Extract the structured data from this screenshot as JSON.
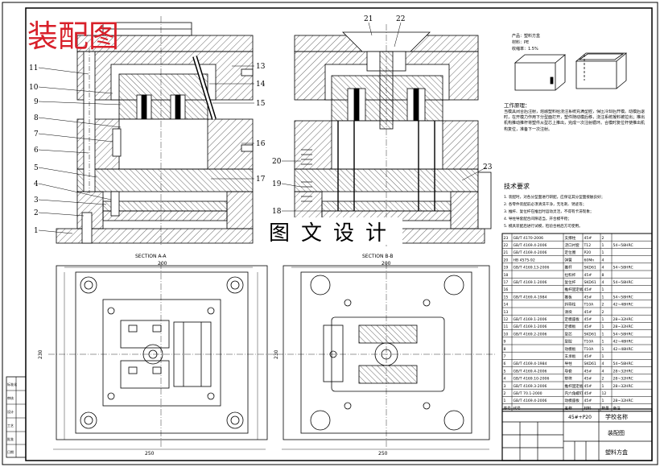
{
  "title_overlay": "装配图",
  "watermark": "图文设计",
  "colors": {
    "title_red": "#d8202a",
    "line": "#000000",
    "hatch": "#000000"
  },
  "leader_numbers_left": [
    "1",
    "2",
    "3",
    "4",
    "5",
    "6",
    "7",
    "8",
    "9",
    "10",
    "11"
  ],
  "leader_numbers_right": [
    "13",
    "14",
    "15",
    "16",
    "17"
  ],
  "leader_numbers_mid": [
    "20",
    "19",
    "18"
  ],
  "top_numbers_mid": [
    "21",
    "22"
  ],
  "right_number": "23",
  "section_labels": {
    "a": "SECTION A-A",
    "b": "SECTION B-B"
  },
  "dims": {
    "a_width_top": "200",
    "a_width_bottom": "250",
    "a_height": "230",
    "b_width_top": "200",
    "b_width_bottom": "250",
    "b_height": "230"
  },
  "part_info": [
    "产品：塑料方盒",
    "材料：PE",
    "收缩率：1.5%"
  ],
  "work_title": "工作原理：",
  "work_text": "当模具闭合后注射，熔融塑料经浇注系统充满型腔，保压冷却后开模。动模后退时，在开模力作用下分型面打开，塑件随动模后移，浇注系统凝料被拉出；推出机构推动推杆将塑件从型芯上推出，完成一次注射循环。合模时复位杆使推出机构复位，准备下一次注射。",
  "tech_title": "技术要求",
  "tech_items": [
    "1. 装配时，对各分型面进行研配，应保证其分型面接触良好；",
    "2. 各零件装配前必须清洗干净，无毛刺、锈迹等；",
    "3. 推杆、复位杆在推出时运动灵活，不得有卡滞现象；",
    "4. 导柱导套配合间隙适当，开合模平稳；",
    "5. 模具装配后进行试模，检验合格后方可使用。"
  ],
  "bom_rows": [
    [
      "23",
      "GB/T 4170-2006",
      "支撑柱",
      "45#",
      "2",
      ""
    ],
    [
      "22",
      "GB/T 4169.4-2006",
      "浇口衬套",
      "T12",
      "1",
      "54~58HRC"
    ],
    [
      "21",
      "GB/T 4169.4-2006",
      "定位圈",
      "P20",
      "1",
      ""
    ],
    [
      "20",
      "HB 4575-92",
      "弹簧",
      "60Mn",
      "4",
      ""
    ],
    [
      "19",
      "GB/T 4169.13-2006",
      "推杆",
      "SKD61",
      "4",
      "54~58HRC"
    ],
    [
      "18",
      "",
      "拉料杆",
      "45#",
      "8",
      ""
    ],
    [
      "17",
      "GB/T 4169.1-2006",
      "复位杆",
      "SKD61",
      "4",
      "54~58HRC"
    ],
    [
      "16",
      "",
      "推杆固定板",
      "45#",
      "1",
      ""
    ],
    [
      "15",
      "GB/T 4169.4-1984",
      "推板",
      "45#",
      "1",
      "54~58HRC"
    ],
    [
      "14",
      "",
      "斜导柱",
      "T10A",
      "2",
      "42~48HRC"
    ],
    [
      "13",
      "",
      "滑块",
      "45#",
      "2",
      ""
    ],
    [
      "12",
      "GB/T 4169.1-2006",
      "定模座板",
      "45#",
      "1",
      "28~32HRC"
    ],
    [
      "11",
      "GB/T 4169.1-2006",
      "定模板",
      "45#",
      "1",
      "28~32HRC"
    ],
    [
      "10",
      "GB/T 4169.2-2006",
      "型芯",
      "SKD61",
      "1",
      "54~58HRC"
    ],
    [
      "9",
      "",
      "型腔",
      "T10A",
      "1",
      "42~48HRC"
    ],
    [
      "8",
      "",
      "动模板",
      "T10A",
      "1",
      "42~48HRC"
    ],
    [
      "7",
      "",
      "支承板",
      "45#",
      "1",
      ""
    ],
    [
      "6",
      "GB/T 4169.4-1984",
      "导柱",
      "SKD61",
      "4",
      "54~58HRC"
    ],
    [
      "5",
      "GB/T 4169.4-2006",
      "导套",
      "45#",
      "4",
      "28~32HRC"
    ],
    [
      "4",
      "GB/T 4169.10-2006",
      "垫块",
      "45#",
      "2",
      "28~32HRC"
    ],
    [
      "3",
      "GB/T 4169.3-2006",
      "推杆固定板",
      "45#",
      "1",
      "28~32HRC"
    ],
    [
      "2",
      "GB/T 70.1-2000",
      "内六角螺钉",
      "45#",
      "12",
      ""
    ],
    [
      "1",
      "GB/T 4169.4-2006",
      "动模座板",
      "45#",
      "1",
      "28~32HRC"
    ]
  ],
  "bom_header": [
    "序号",
    "代号",
    "名称",
    "材料",
    "数量",
    "备注"
  ],
  "title_block": {
    "material": "45#+P20",
    "school": "学校名称",
    "drawing": "装配图",
    "product": "塑料方盒"
  },
  "side_labels": [
    "标准化",
    "审核",
    "设计",
    "工艺",
    "批准",
    "日期"
  ]
}
